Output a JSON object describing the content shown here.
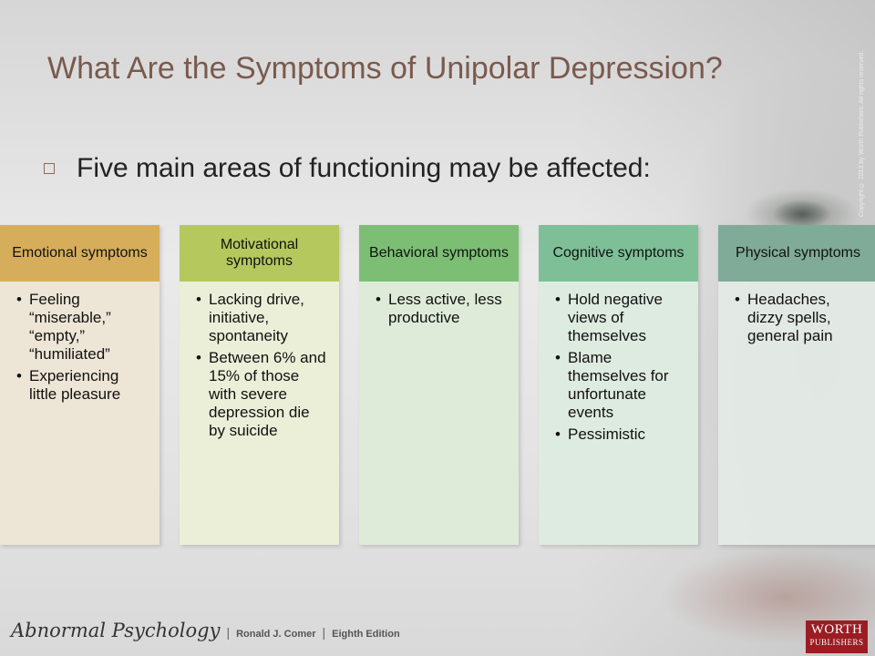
{
  "title": "What Are the Symptoms of Unipolar Depression?",
  "lead": {
    "marker": "square-bullet-icon",
    "text": "Five main areas of functioning may be affected:"
  },
  "cards": [
    {
      "heading": "Emotional symptoms",
      "items": [
        "Feeling “miserable,” “empty,” “humiliated”",
        "Experiencing little pleasure"
      ]
    },
    {
      "heading": "Motivational symptoms",
      "items": [
        "Lacking drive, initiative, spontaneity",
        "Between 6% and 15% of those with severe depression die by suicide"
      ]
    },
    {
      "heading": "Behavioral symptoms",
      "items": [
        "Less active, less productive"
      ]
    },
    {
      "heading": "Cognitive symptoms",
      "items": [
        "Hold negative views of themselves",
        "Blame themselves for unfortunate events",
        "Pessimistic"
      ]
    },
    {
      "heading": "Physical symptoms",
      "items": [
        "Headaches, dizzy spells, general pain"
      ]
    }
  ],
  "colors": {
    "emotional": "#d6ae5b",
    "motivational": "#b4c85e",
    "behavioral": "#7cbf74",
    "cognitive": "#7ebf98",
    "physical": "#7fab98"
  },
  "footer": {
    "book": "Abnormal Psychology",
    "separator": "|",
    "author": "Ronald J. Comer",
    "edition": "Eighth Edition"
  },
  "publisher": {
    "name": "WORTH",
    "sub": "PUBLISHERS"
  },
  "copyright": "Copyright © 2013 by Worth Publishers. All rights reserved."
}
